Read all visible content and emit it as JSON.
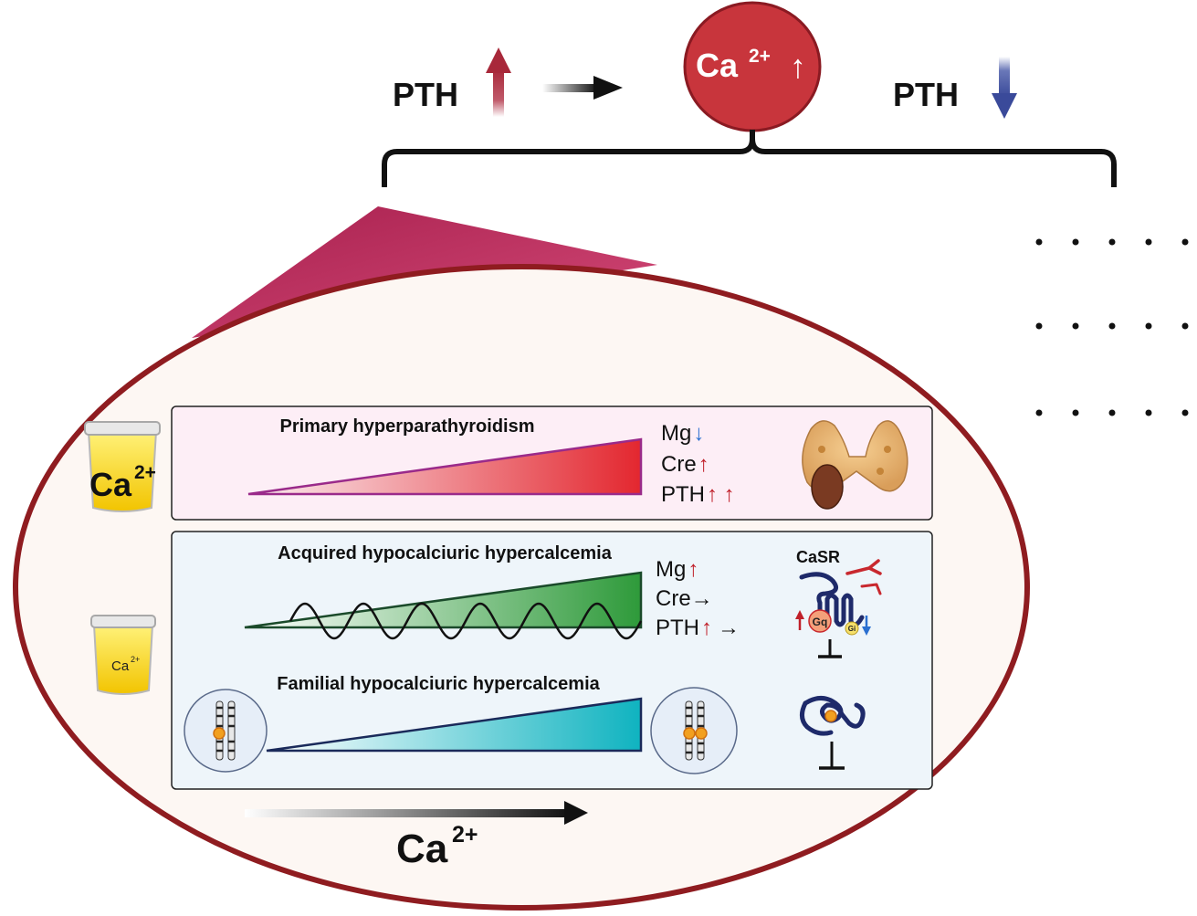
{
  "top": {
    "pth_left": "PTH",
    "pth_right": "PTH",
    "ca_circle": {
      "base": "Ca",
      "sup": "2+",
      "arrow": "↑"
    },
    "colors": {
      "red_circle": "#c8353c",
      "up_arrow": "#a8283a",
      "down_arrow": "#3a4a9a"
    }
  },
  "cups": {
    "top": {
      "base": "Ca",
      "sup": "2+"
    },
    "bottom": {
      "base": "Ca",
      "sup": "2+"
    }
  },
  "panel_primary": {
    "title": "Primary hyperparathyroidism",
    "markers": [
      {
        "name": "Mg",
        "arrows": "↓",
        "arrow_color": "#2a6fd0"
      },
      {
        "name": "Cre",
        "arrows": "↑",
        "arrow_color": "#c0202a"
      },
      {
        "name": "PTH",
        "arrows": "↑ ↑",
        "arrow_color": "#c0202a"
      }
    ],
    "colors": {
      "bg": "#fdeef6",
      "wedge": "#e3272f"
    }
  },
  "panel_hypocalciuric": {
    "acquired_title": "Acquired hypocalciuric hypercalcemia",
    "familial_title": "Familial hypocalciuric hypercalcemia",
    "markers": [
      {
        "name": "Mg",
        "arrows": "↑",
        "arrow_color": "#c0202a",
        "extra": ""
      },
      {
        "name": "Cre",
        "arrows": "→",
        "arrow_color": "#111111",
        "extra": ""
      },
      {
        "name": "PTH",
        "arrows": "↑",
        "arrow_color": "#c0202a",
        "extra": "→"
      }
    ],
    "receptor": {
      "label": "CaSR",
      "gq": "Gq",
      "gi": "Gi"
    },
    "colors": {
      "bg": "#eef5fa",
      "green_wedge": "#2e9a3a",
      "teal_wedge": "#0fb3c0"
    }
  },
  "bottom_axis": {
    "base": "Ca",
    "sup": "2+"
  }
}
